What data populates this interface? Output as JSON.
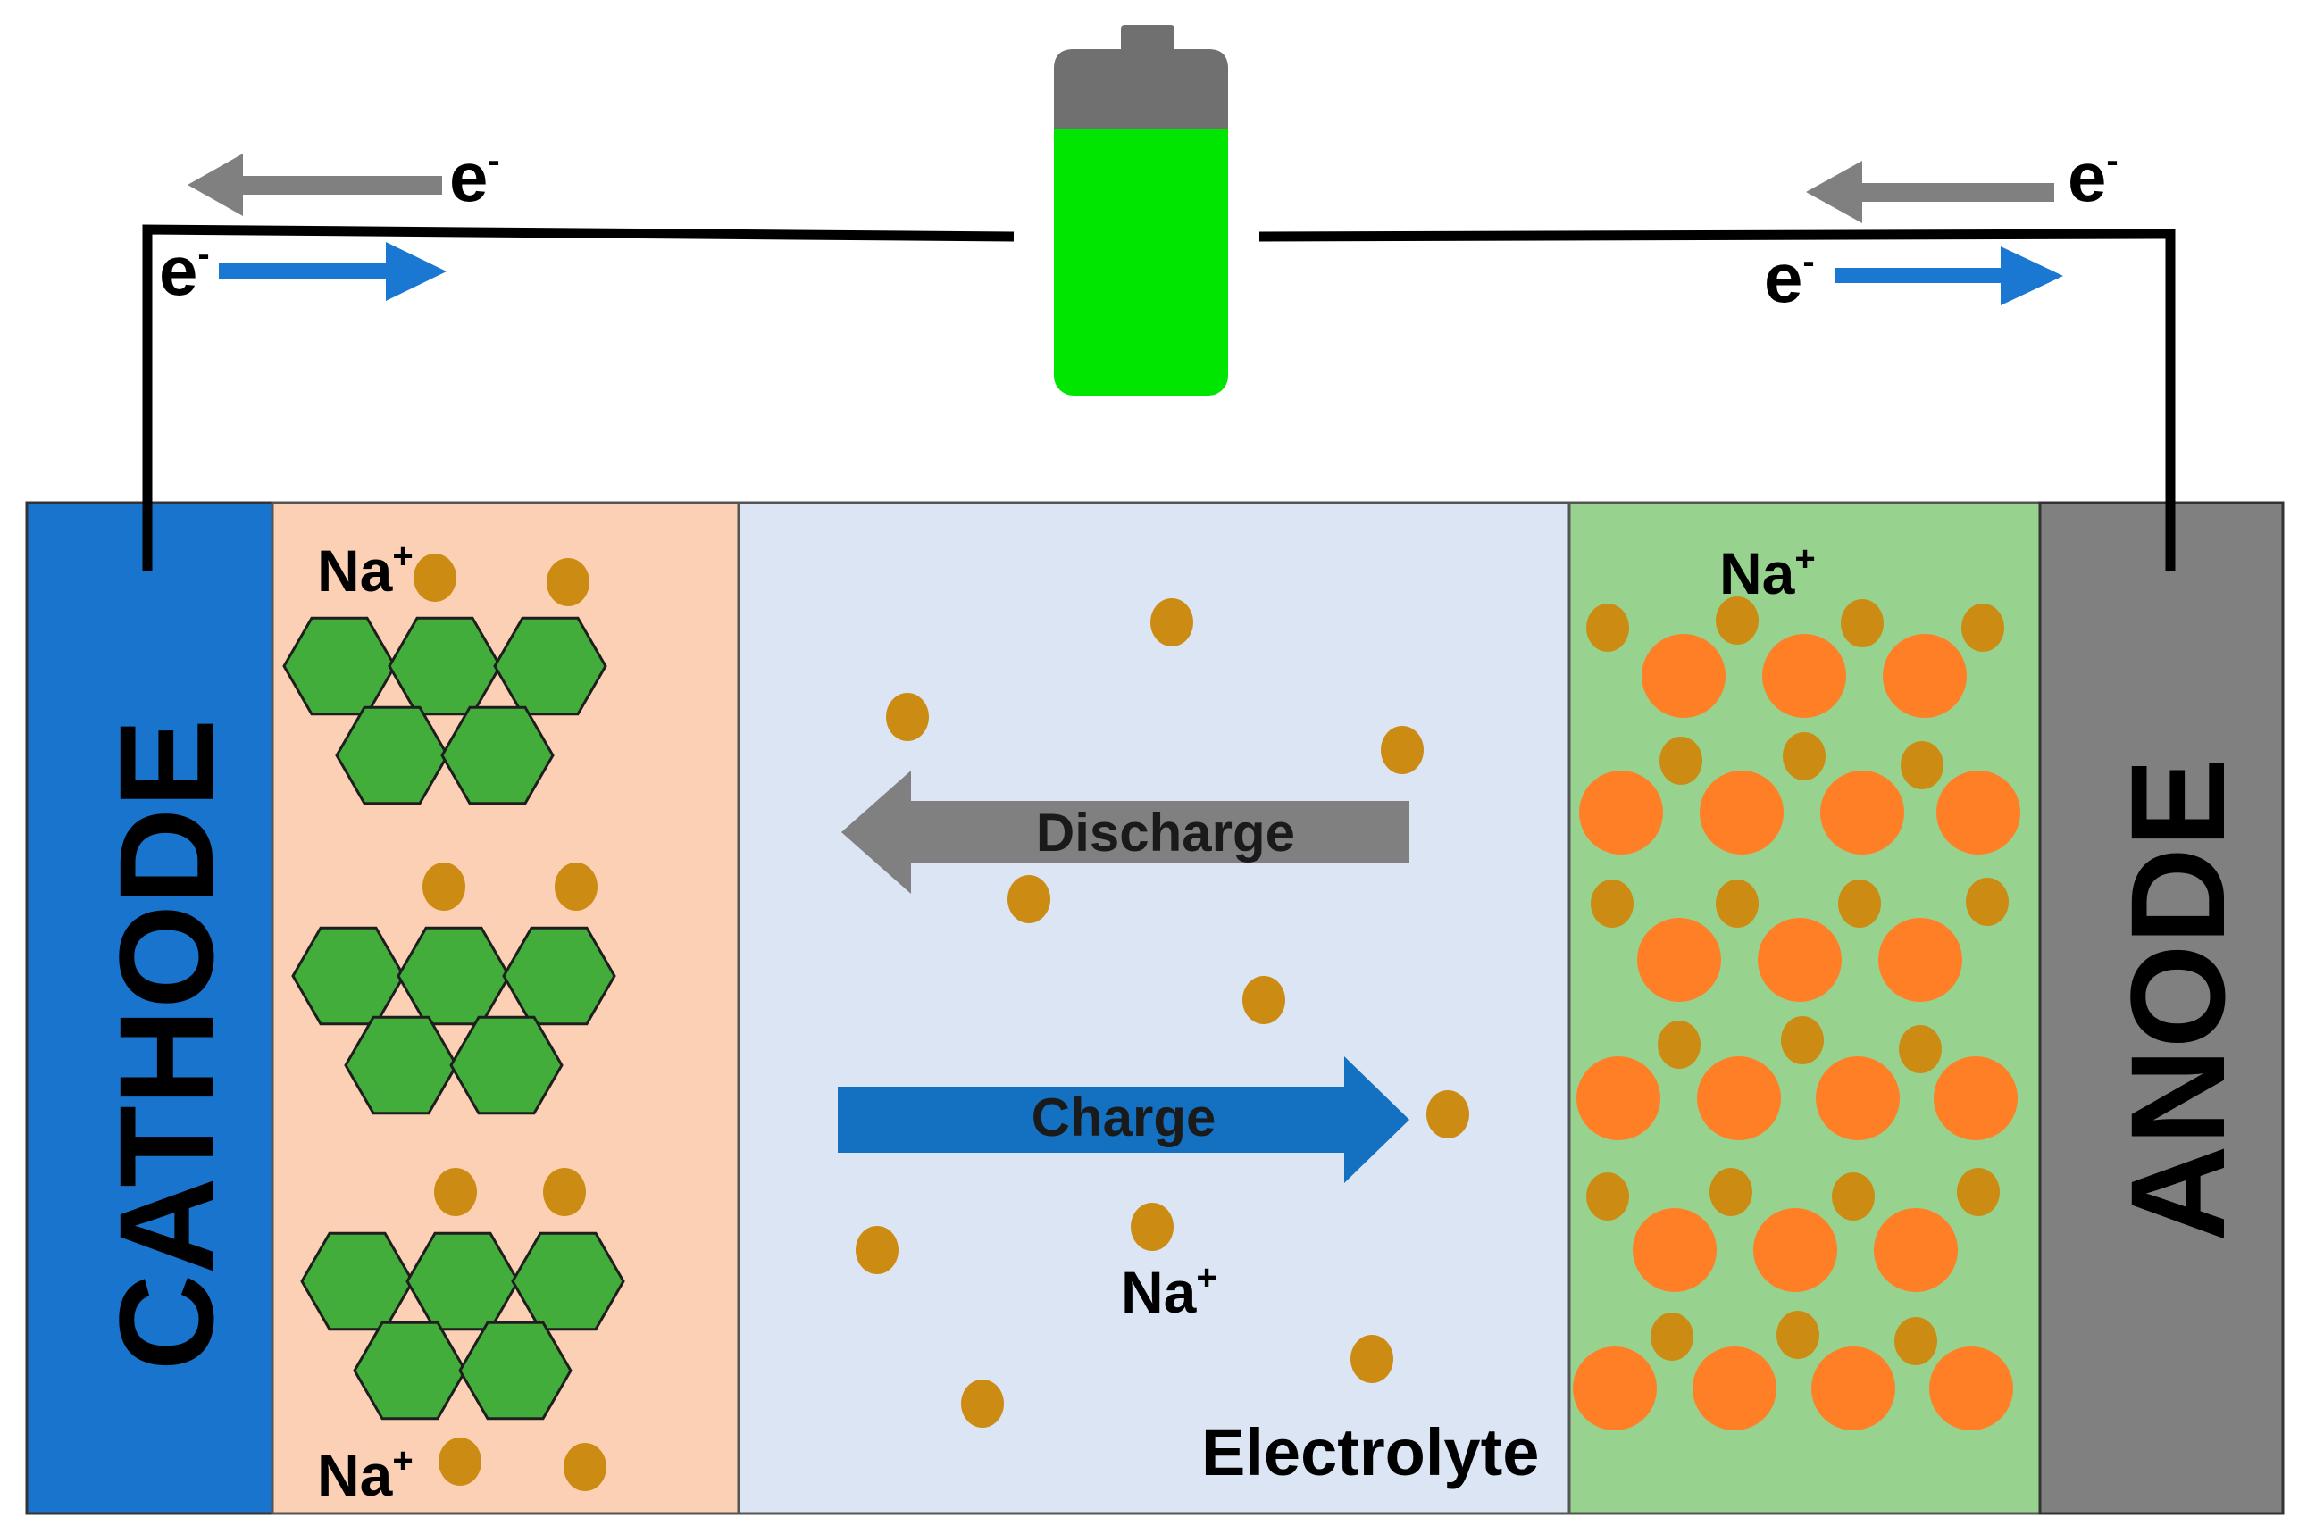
{
  "labels": {
    "cathode": "CATHODE",
    "anode": "ANODE",
    "electrolyte": "Electrolyte",
    "discharge": "Discharge",
    "charge": "Charge",
    "sodium_ion": "Na",
    "ion_charge": "+",
    "electron": "e",
    "electron_charge": "-"
  },
  "colors": {
    "cathode_collector": "#1874cd",
    "cathode_material": "#fcd0b4",
    "electrolyte": "#dbe5f4",
    "anode_material": "#97d38f",
    "anode_collector": "#808080",
    "hexagon": "#43ad3c",
    "anode_particle": "#ff7f27",
    "sodium_ion": "#cc8c14",
    "discharge_arrow": "#808080",
    "charge_arrow": "#1470c0",
    "battery_body": "#00e600",
    "battery_cap": "#707070",
    "wire": "#000000"
  }
}
